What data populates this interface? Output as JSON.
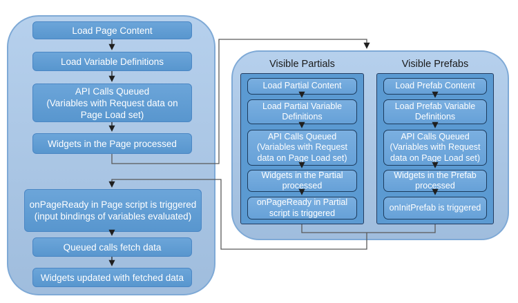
{
  "left_flow": {
    "steps": [
      "Load Page Content",
      "Load Variable Definitions",
      "API Calls Queued\n(Variables with Request data on\nPage Load set)",
      "Widgets in the Page processed",
      "onPageReady in Page script is triggered\n(input bindings of variables evaluated)",
      "Queued calls fetch data",
      "Widgets updated with fetched data"
    ]
  },
  "partials": {
    "title": "Visible Partials",
    "steps": [
      "Load Partial Content",
      "Load Partial Variable\nDefinitions",
      "API Calls Queued\n(Variables with Request\ndata on Page Load set)",
      "Widgets in the Partial\nprocessed",
      "onPageReady in Partial\nscript is triggered"
    ]
  },
  "prefabs": {
    "title": "Visible Prefabs",
    "steps": [
      "Load Prefab Content",
      "Load Prefab Variable\nDefinitions",
      "API Calls Queued\n(Variables with Request\ndata on Page Load set)",
      "Widgets in the Prefab\nprocessed",
      "onInitPrefab is triggered"
    ]
  },
  "colors": {
    "container_fill": "#a8c7e9",
    "container_border": "#7ea9d6",
    "panel_fill": "#5b9ad2",
    "panel_border": "#223a5e",
    "box_fill": "#5b9bd5",
    "box_border": "#4a86c4",
    "inner_box_fill": "#68a4dc",
    "inner_box_border": "#1b3a5c",
    "box_text": "#ffffff",
    "title_text": "#1a1a1a",
    "line_long": "#595959",
    "line_stub": "#1f1f1f"
  }
}
